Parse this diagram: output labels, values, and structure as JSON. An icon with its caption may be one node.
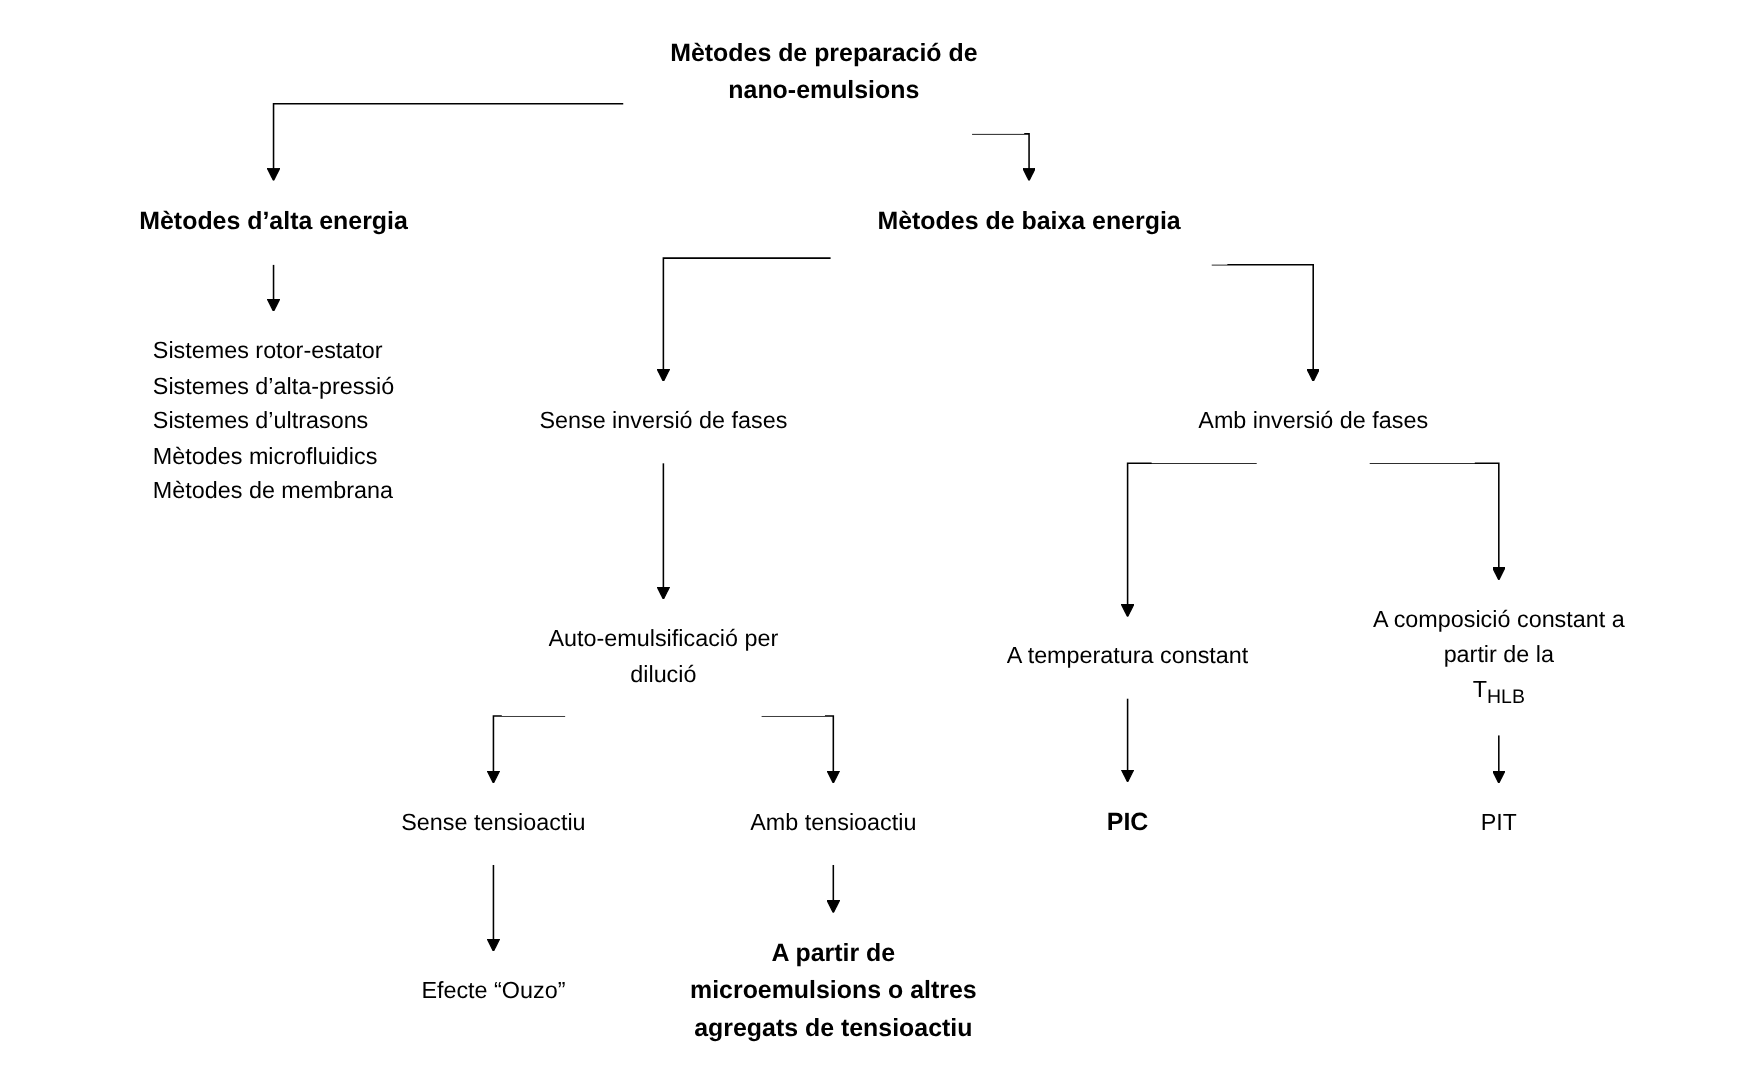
{
  "diagram": {
    "nodes": [
      {
        "text": [
          "Mètodes de preparació de nano-emulsions"
        ]
      },
      {
        "text": [
          "Mètodes d’alta energia"
        ]
      },
      {
        "text": [
          "Mètodes de baixa energia"
        ]
      },
      {
        "text": [
          "Sistemes rotor-estator",
          "Sistemes d’alta-pressió",
          "Sistemes d’ultrasons",
          "Mètodes microfluidics",
          "Mètodes de membrana"
        ]
      },
      {
        "text": [
          "Sense inversió de fases"
        ]
      },
      {
        "text": [
          "Amb inversió de fases"
        ]
      },
      {
        "text": [
          "Auto-emulsificació per dilució"
        ]
      },
      {
        "text": [
          "Sense tensioactiu"
        ]
      },
      {
        "text": [
          "Amb tensioactiu"
        ]
      },
      {
        "text": [
          "A temperatura constant"
        ]
      },
      {
        "text": [
          "A composició constant a partir de la T$_{HLB}$"
        ]
      },
      {
        "text": [
          "PIC"
        ]
      },
      {
        "text": [
          "PIT"
        ]
      },
      {
        "text": [
          "Efecte “Ouzo”"
        ]
      },
      {
        "text": [
          "A partir de microemulsions o altres agregats de tensioactiu"
        ]
      }
    ],
    "edges": [
      {
        "from": 0,
        "to": 1,
        "arrow": "to"
      },
      {
        "from": 0,
        "to": 2,
        "arrow": "to"
      },
      {
        "from": 1,
        "to": 3,
        "arrow": "to"
      },
      {
        "from": 2,
        "to": 4,
        "arrow": "to"
      },
      {
        "from": 2,
        "to": 5,
        "arrow": "to"
      },
      {
        "from": 4,
        "to": 6,
        "arrow": "to"
      },
      {
        "from": 5,
        "to": 9,
        "arrow": "to"
      },
      {
        "from": 5,
        "to": 10,
        "arrow": "to"
      },
      {
        "from": 6,
        "to": 7,
        "arrow": "to"
      },
      {
        "from": 6,
        "to": 8,
        "arrow": "to"
      },
      {
        "from": 9,
        "to": 11,
        "arrow": "to"
      },
      {
        "from": 10,
        "to": 12,
        "arrow": "to"
      },
      {
        "from": 7,
        "to": 13,
        "arrow": "to"
      },
      {
        "from": 8,
        "to": 14,
        "arrow": "to"
      }
    ]
  }
}
